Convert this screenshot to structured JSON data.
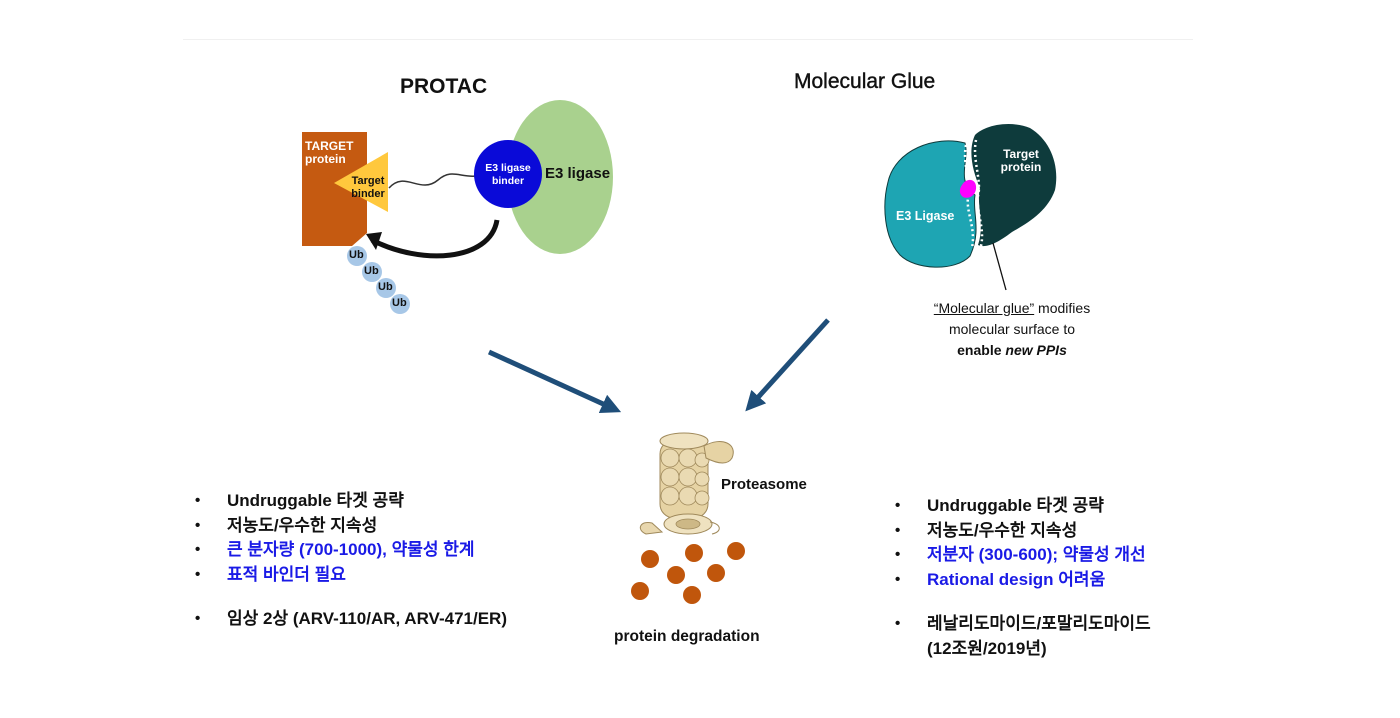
{
  "protac": {
    "title": "PROTAC",
    "target_protein": "TARGET\nprotein",
    "target_binder": "Target\nbinder",
    "e3_binder": "E3 ligase\nbinder",
    "e3_ligase": "E3 ligase",
    "ub": [
      "Ub",
      "Ub",
      "Ub",
      "Ub"
    ]
  },
  "glue": {
    "title": "Molecular Glue",
    "target_protein": "Target\nprotein",
    "e3_ligase": "E3 Ligase",
    "note_underlined": "“Molecular glue”",
    "note_line1_rest": " modifies",
    "note_line2": "molecular surface to",
    "note_line3_bold": "enable ",
    "note_line3_italic": "new PPIs"
  },
  "center": {
    "proteasome": "Proteasome",
    "degradation": "protein degradation"
  },
  "left_list": [
    "Undruggable 타겟 공략",
    "저농도/우수한 지속성",
    "큰 분자량 (700-1000), 약물성 한계",
    "표적 바인더 필요",
    "임상 2상 (ARV-110/AR, ARV-471/ER)"
  ],
  "right_list": [
    "Undruggable 타겟 공략",
    "저농도/우수한 지속성",
    "저분자 (300-600); 약물성 개선",
    "Rational design 어려움",
    "레날리도마이드/포말리도마이드",
    "(12조원/2019년)"
  ],
  "colors": {
    "target_protein": "#c55a11",
    "target_binder": "#ffc83d",
    "e3_binder": "#0a0ad8",
    "e3_ligase": "#a9d18e",
    "ub": "#a7c7e7",
    "glue_e3": "#1ea5b3",
    "glue_target": "#0e3b3c",
    "glue_magenta": "#ff00ff",
    "arrow": "#1f4e79",
    "fragment": "#c0560c",
    "list_blue": "#1a1ae6"
  }
}
